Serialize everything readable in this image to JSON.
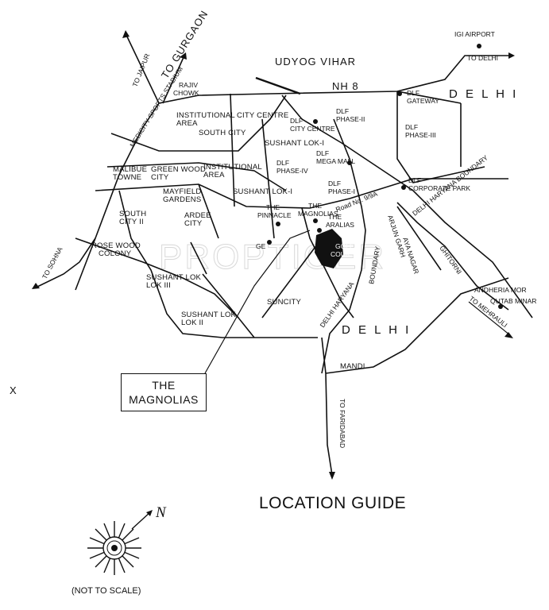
{
  "map": {
    "watermark": "PROPTIGER",
    "regions": {
      "delhi_north": "D E L H I",
      "delhi_south": "D E L H I",
      "udyog_vihar": "UDYOG VIHAR",
      "to_gurgaon": "TO GURGAON"
    },
    "roads": {
      "nh8": "NH 8",
      "to_jaipur": "TO JAIPUR",
      "to_delhi": "TO DELHI",
      "to_sohna": "TO SOHNA",
      "to_faridabad": "TO FARIDABAD",
      "to_mehrauli": "TO MEHRAULI",
      "medicity_sports_stadium": "MEDICITY SPORTS STADIUM",
      "road_no": "Road No. 9/9A",
      "delhi_haryana_boundary_east": "DELHI HARYANA BOUNDARY",
      "delhi_haryana_boundary_south_1": "DELHI HARYANA",
      "delhi_haryana_boundary_south_2": "BOUNDARY",
      "arjun_garh": "ARJUN GARH",
      "aya_nagar": "AYA NAGAR",
      "ghitorni": "GHITORNI"
    },
    "places": {
      "rajiv_chowk": [
        "RAJIV",
        "CHOWK"
      ],
      "igi_airport": "IGI AIRPORT",
      "dlf_gateway": [
        "DLF",
        "GATEWAY"
      ],
      "institutional_area_1": [
        "INSTITUTIONAL",
        "AREA"
      ],
      "city_centre": "CITY CENTRE",
      "south_city": "SOUTH CITY",
      "dlf_city_centre": [
        "DLF",
        "CITY CENTRE"
      ],
      "dlf_phase_2": [
        "DLF",
        "PHASE-II"
      ],
      "dlf_phase_3": [
        "DLF",
        "PHASE-III"
      ],
      "sushant_lok_1_top": "SUSHANT LOK-I",
      "dlf_mega_mall": [
        "DLF",
        "MEGA MALL"
      ],
      "dlf_phase_4": [
        "DLF",
        "PHASE-IV"
      ],
      "malibue_towne": [
        "MALIBUE",
        "TOWNE"
      ],
      "green_wood_city": [
        "GREEN WOOD",
        "CITY"
      ],
      "institutional_area_2": [
        "INSTITUTIONAL",
        "AREA"
      ],
      "dlf_phase_1": [
        "DLF",
        "PHASE-I"
      ],
      "dlf_corporate_park": [
        "DLF",
        "CORPORATE PARK"
      ],
      "mayfield_gardens": [
        "MAYFIELD",
        "GARDENS"
      ],
      "sushant_lok_1_mid": "SUSHANT LOK-I",
      "south_city_2": [
        "SOUTH",
        "CITY II"
      ],
      "ardee_city": [
        "ARDEE",
        "CITY"
      ],
      "the_pinnacle": [
        "THE",
        "PINNACLE"
      ],
      "the_magnolias_map": [
        "THE",
        "MAGNOLIAS"
      ],
      "the_aralias": [
        "THE",
        "ARALIAS"
      ],
      "golf_course": [
        "GOLF",
        "COURSE"
      ],
      "rose_wood_colony": [
        "ROSE WOOD",
        "COLONY"
      ],
      "ge": "GE",
      "sushant_lok_3": [
        "SUSHANT LOK",
        "LOK III"
      ],
      "suncity": "SUNCITY",
      "sushant_lok_2": [
        "SUSHANT LOK",
        "LOK II"
      ],
      "andheria_mor": "ANDHERIA MOR",
      "qutab_minar": "QUTAB MINAR",
      "mandi": "MANDI"
    },
    "callout": {
      "line1": "THE",
      "line2": "MAGNOLIAS"
    },
    "legend": {
      "title": "LOCATION GUIDE",
      "north": "N",
      "scale_note": "(NOT TO SCALE)",
      "margin_mark": "X"
    }
  }
}
